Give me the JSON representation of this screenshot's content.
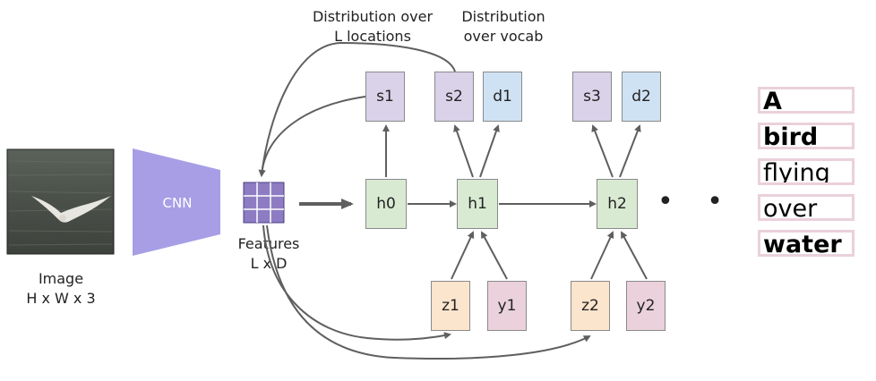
{
  "header_labels": {
    "dist_locations": [
      "Distribution over",
      "L locations"
    ],
    "dist_vocab": [
      "Distribution",
      "over vocab"
    ]
  },
  "image": {
    "caption_line1": "Image",
    "caption_line2": "H x W x 3"
  },
  "cnn": {
    "label": "CNN",
    "color": "#a79ee6"
  },
  "features": {
    "line1": "Features",
    "line2": "L x D",
    "color": "#8e7cc3"
  },
  "nodes": {
    "s1": "s1",
    "s2": "s2",
    "d1": "d1",
    "s3": "s3",
    "d2": "d2",
    "h0": "h0",
    "h1": "h1",
    "h2": "h2",
    "z1": "z1",
    "y1": "y1",
    "z2": "z2",
    "y2": "y2"
  },
  "ellipsis": "• •",
  "caption_words": [
    {
      "text": "A",
      "bold": true
    },
    {
      "text": "bird",
      "bold": true
    },
    {
      "text": "flying",
      "bold": false
    },
    {
      "text": "over",
      "bold": false
    },
    {
      "text": "water",
      "bold": true
    }
  ],
  "colors": {
    "h": "#d9ead3",
    "s": "#d9d2e9",
    "d": "#cfe2f3",
    "z": "#fce5cd",
    "y": "#ead1dc",
    "arrow": "#5f5f5f",
    "word_border": "#ead1dc"
  }
}
